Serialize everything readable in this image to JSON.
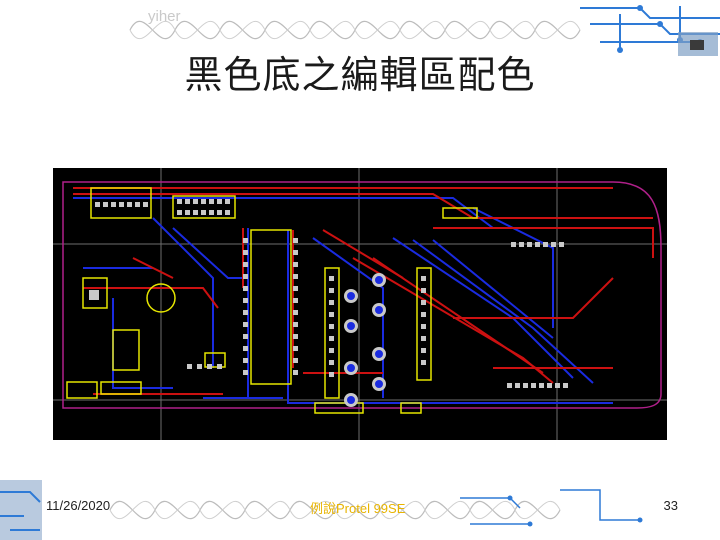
{
  "slide": {
    "watermark": "yiher",
    "title": "黑色底之編輯區配色"
  },
  "footer": {
    "date": "11/26/2020",
    "center": "例說Protel 99SE",
    "page": "33"
  },
  "colors": {
    "pcb_background": "#000000",
    "grid": "#6e6e6e",
    "top_layer": "#cc1111",
    "bottom_layer": "#1a2be0",
    "keepout": "#b0208a",
    "silkscreen": "#e6e600",
    "pads": "#c9c9c9",
    "banner_circuit": "#2e7ad6"
  }
}
